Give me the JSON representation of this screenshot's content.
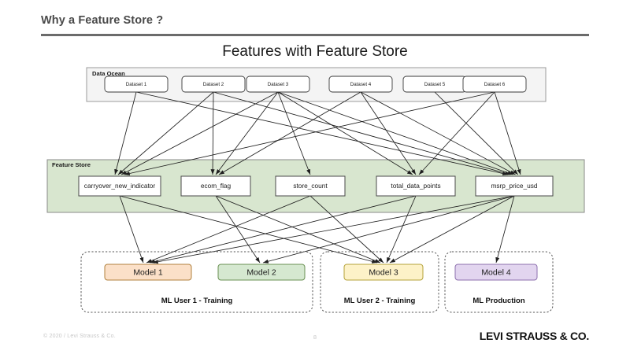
{
  "slide": {
    "title": "Why a Feature Store ?",
    "page_number": "8",
    "copyright": "© 2020 / Levi Strauss & Co.",
    "brand": "LEVI STRAUSS & CO."
  },
  "diagram": {
    "title": "Features with Feature Store",
    "zones": {
      "data_ocean": {
        "label": "Data Ocean",
        "fill": "#f4f4f4",
        "stroke": "#9b9b9b"
      },
      "feature_store": {
        "label": "Feature Store",
        "fill": "#d8e6cf",
        "stroke": "#8a8a8a"
      }
    },
    "datasets": [
      {
        "label": "Dataset 1"
      },
      {
        "label": "Dataset 2"
      },
      {
        "label": "Dataset 3"
      },
      {
        "label": "Dataset 4"
      },
      {
        "label": "Dataset 5"
      },
      {
        "label": "Dataset 6"
      }
    ],
    "features": [
      {
        "label": "carryover_new_indicator"
      },
      {
        "label": "ecom_flag"
      },
      {
        "label": "store_count"
      },
      {
        "label": "total_data_points"
      },
      {
        "label": "msrp_price_usd"
      }
    ],
    "models": [
      {
        "label": "Model 1",
        "fill": "#fbe0c8",
        "stroke": "#b0803c"
      },
      {
        "label": "Model 2",
        "fill": "#d5e8d0",
        "stroke": "#6a9153"
      },
      {
        "label": "Model 3",
        "fill": "#fdf2c8",
        "stroke": "#b5a33a"
      },
      {
        "label": "Model 4",
        "fill": "#e2d5ef",
        "stroke": "#8c6fae"
      }
    ],
    "groups": [
      {
        "label": "ML User 1 - Training"
      },
      {
        "label": "ML User 2 - Training"
      },
      {
        "label": "ML Production"
      }
    ],
    "edges_dataset_to_feature": [
      [
        0,
        0
      ],
      [
        0,
        4
      ],
      [
        1,
        1
      ],
      [
        1,
        0
      ],
      [
        1,
        4
      ],
      [
        2,
        2
      ],
      [
        2,
        0
      ],
      [
        2,
        1
      ],
      [
        2,
        3
      ],
      [
        2,
        4
      ],
      [
        3,
        3
      ],
      [
        3,
        1
      ],
      [
        3,
        4
      ],
      [
        4,
        4
      ],
      [
        5,
        4
      ],
      [
        5,
        3
      ],
      [
        5,
        0
      ]
    ],
    "edges_feature_to_model": [
      [
        0,
        0
      ],
      [
        0,
        2
      ],
      [
        1,
        1
      ],
      [
        1,
        2
      ],
      [
        2,
        0
      ],
      [
        2,
        2
      ],
      [
        3,
        0
      ],
      [
        3,
        2
      ],
      [
        4,
        3
      ],
      [
        4,
        2
      ],
      [
        4,
        0
      ],
      [
        4,
        1
      ]
    ]
  }
}
